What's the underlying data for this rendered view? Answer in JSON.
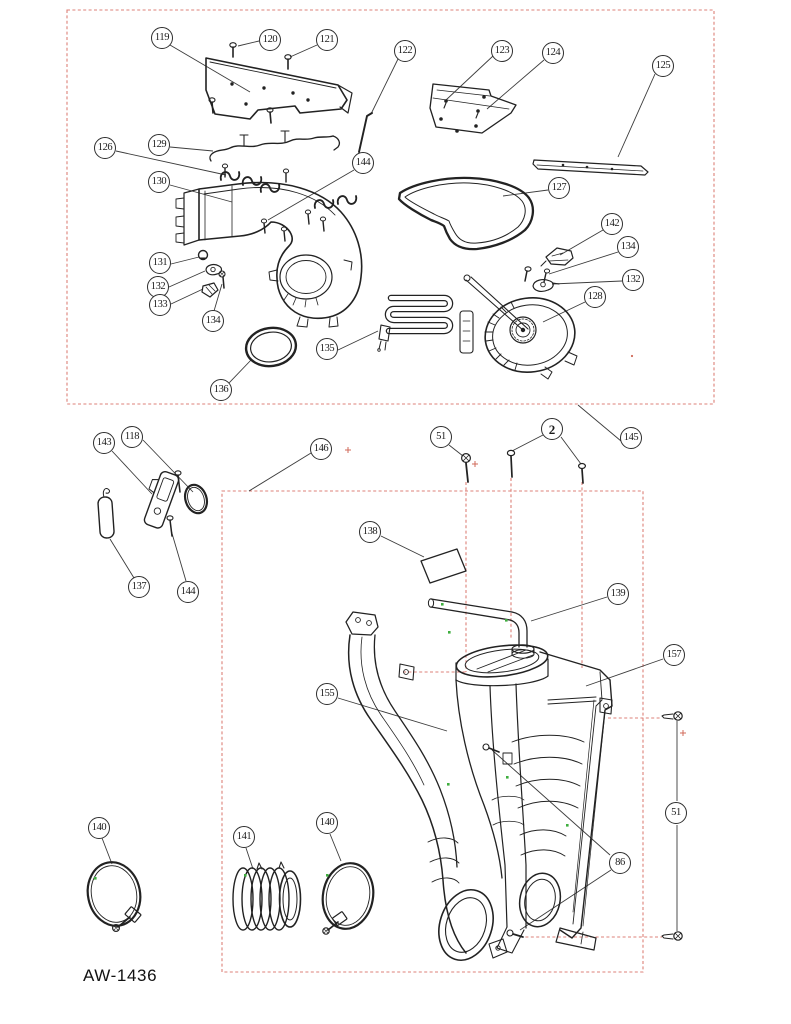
{
  "figure": {
    "drawing_number": "AW-1436"
  },
  "colors": {
    "assembly_boundary": "#dd8078",
    "ink": "#222222",
    "green_mark": "#3fae3f",
    "red_mark": "#d06a5a"
  },
  "callouts": [
    {
      "label": "119"
    },
    {
      "label": "120"
    },
    {
      "label": "121"
    },
    {
      "label": "122"
    },
    {
      "label": "123"
    },
    {
      "label": "124"
    },
    {
      "label": "125"
    },
    {
      "label": "126"
    },
    {
      "label": "129"
    },
    {
      "label": "130"
    },
    {
      "label": "144"
    },
    {
      "label": "127"
    },
    {
      "label": "142"
    },
    {
      "label": "134"
    },
    {
      "label": "131"
    },
    {
      "label": "132"
    },
    {
      "label": "132"
    },
    {
      "label": "133"
    },
    {
      "label": "128"
    },
    {
      "label": "134"
    },
    {
      "label": "135"
    },
    {
      "label": "136"
    },
    {
      "label": "145"
    },
    {
      "label": "2"
    },
    {
      "label": "51"
    },
    {
      "label": "143"
    },
    {
      "label": "118"
    },
    {
      "label": "146"
    },
    {
      "label": "138"
    },
    {
      "label": "137"
    },
    {
      "label": "144"
    },
    {
      "label": "139"
    },
    {
      "label": "157"
    },
    {
      "label": "155"
    },
    {
      "label": "140"
    },
    {
      "label": "141"
    },
    {
      "label": "140"
    },
    {
      "label": "86"
    },
    {
      "label": "51"
    }
  ]
}
